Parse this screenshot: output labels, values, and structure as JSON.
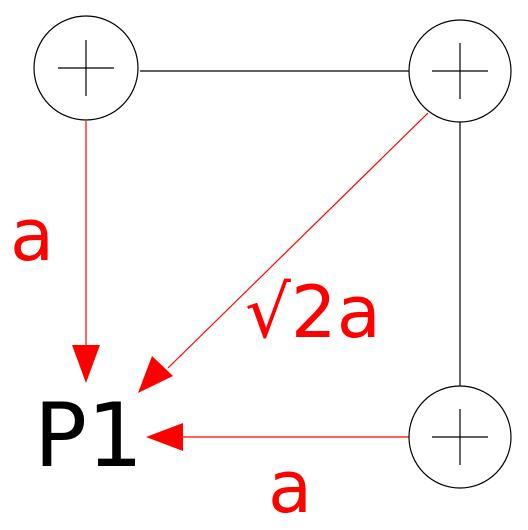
{
  "diagram": {
    "point_label": "P1",
    "distance_labels": {
      "left": "a",
      "diagonal": "√2a",
      "bottom": "a"
    },
    "colors": {
      "arrow": "#ff0000",
      "distance_text": "#ff0000",
      "point_text": "#000000",
      "charge_stroke": "#000000",
      "edge_line": "#000000"
    },
    "charges": [
      {
        "name": "charge-top-left",
        "sign": "+"
      },
      {
        "name": "charge-top-right",
        "sign": "+"
      },
      {
        "name": "charge-bottom-right",
        "sign": "+"
      }
    ]
  }
}
